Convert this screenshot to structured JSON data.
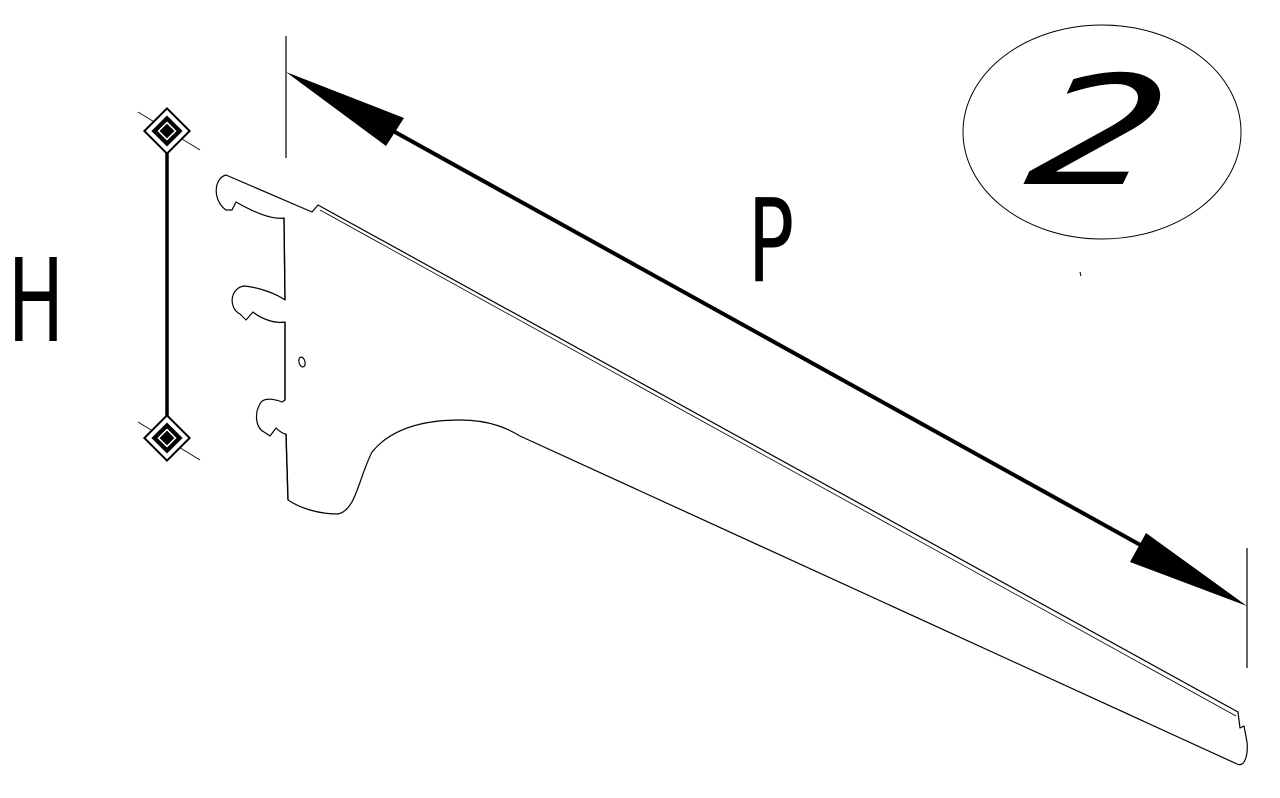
{
  "labels": {
    "height": "H",
    "depth": "P",
    "step": "2"
  },
  "colors": {
    "stroke": "#000000",
    "background": "#ffffff"
  },
  "icons": {
    "end_marker": "diamond-marker-icon",
    "arrow": "arrowhead-icon"
  }
}
